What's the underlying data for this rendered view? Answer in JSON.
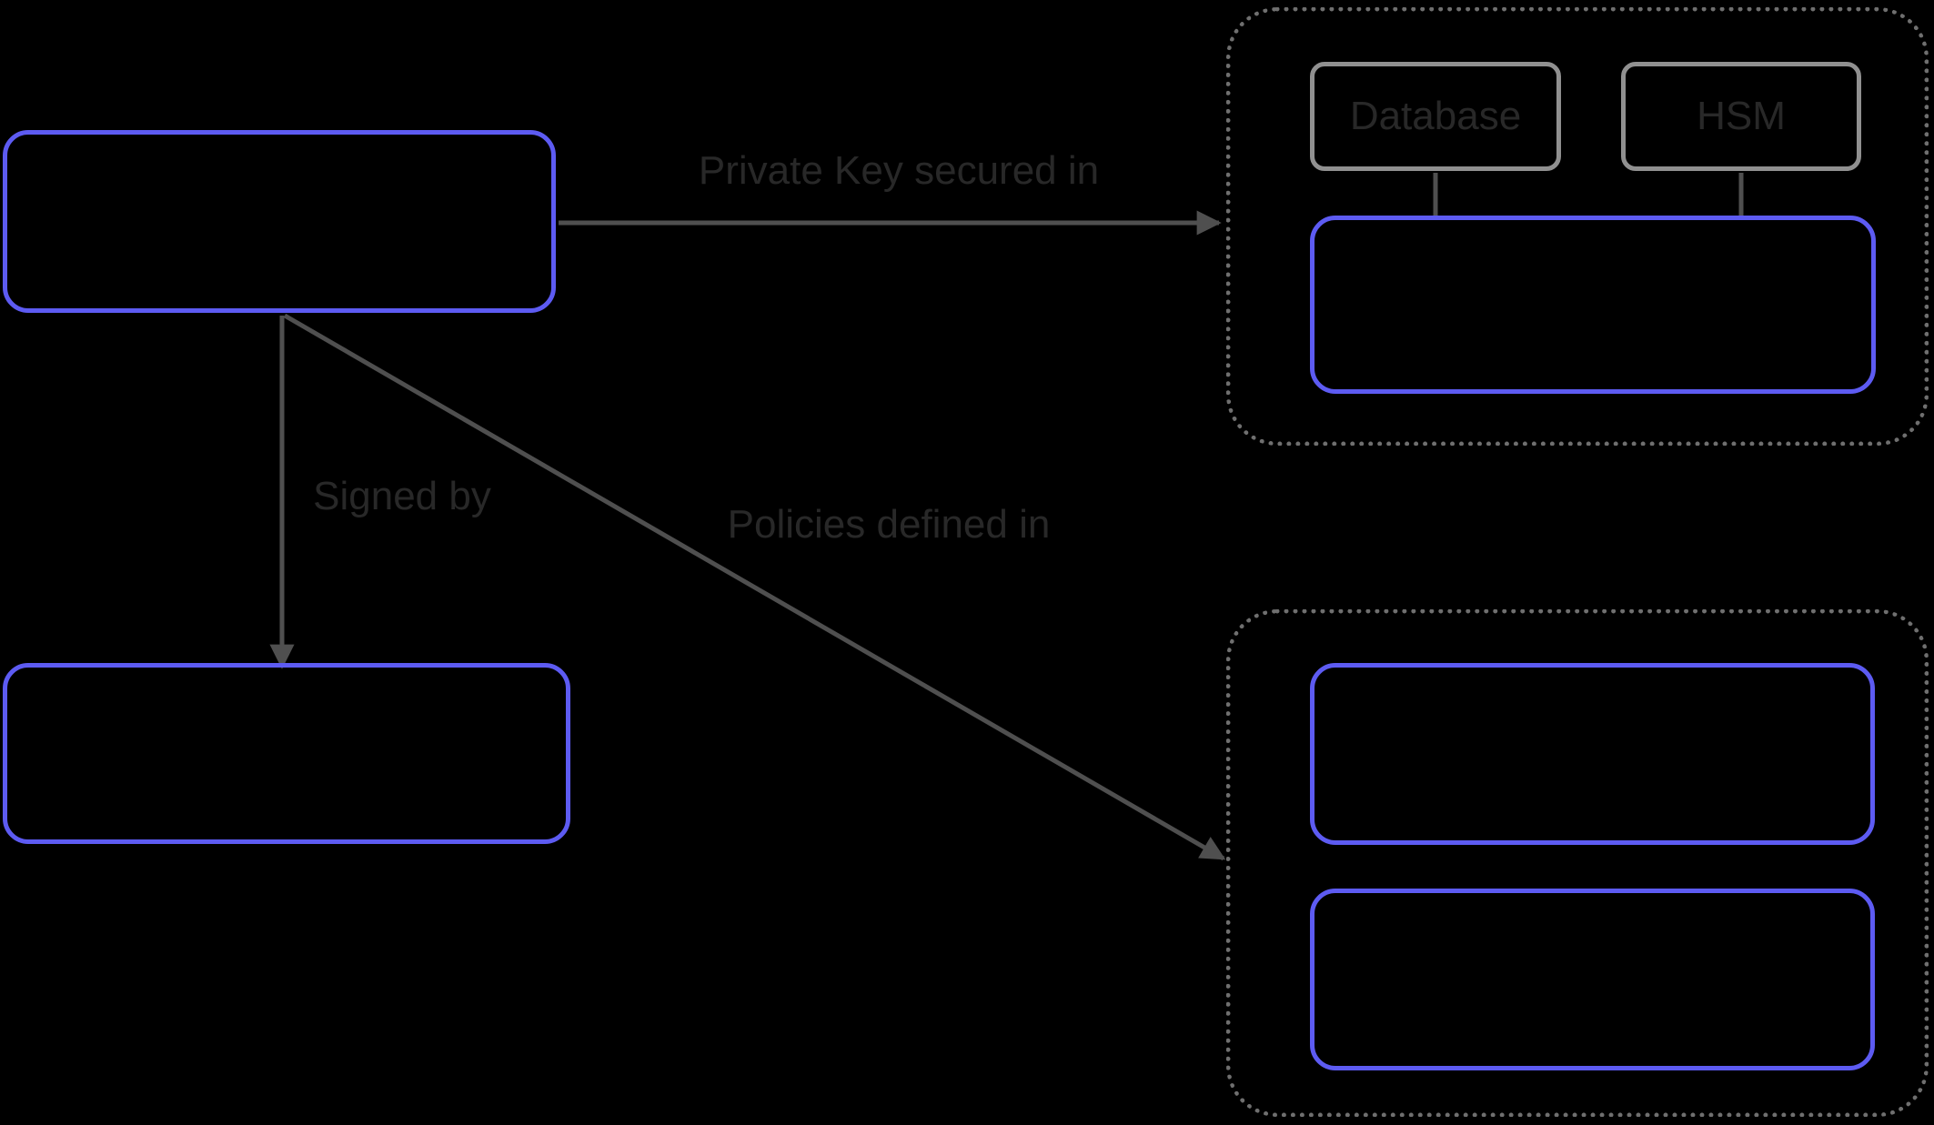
{
  "colors": {
    "background": "#000000",
    "node_accent": "#5d5bf2",
    "group_border": "#6f6f6f",
    "inner_border": "#909090",
    "edge": "#4f4f4f",
    "label_text": "#282828"
  },
  "nodes": {
    "database": {
      "label": "Database"
    },
    "hsm": {
      "label": "HSM"
    }
  },
  "edges": {
    "private_key": {
      "label": "Private Key secured in"
    },
    "signed_by": {
      "label": "Signed by"
    },
    "policies": {
      "label": "Policies defined in"
    }
  }
}
